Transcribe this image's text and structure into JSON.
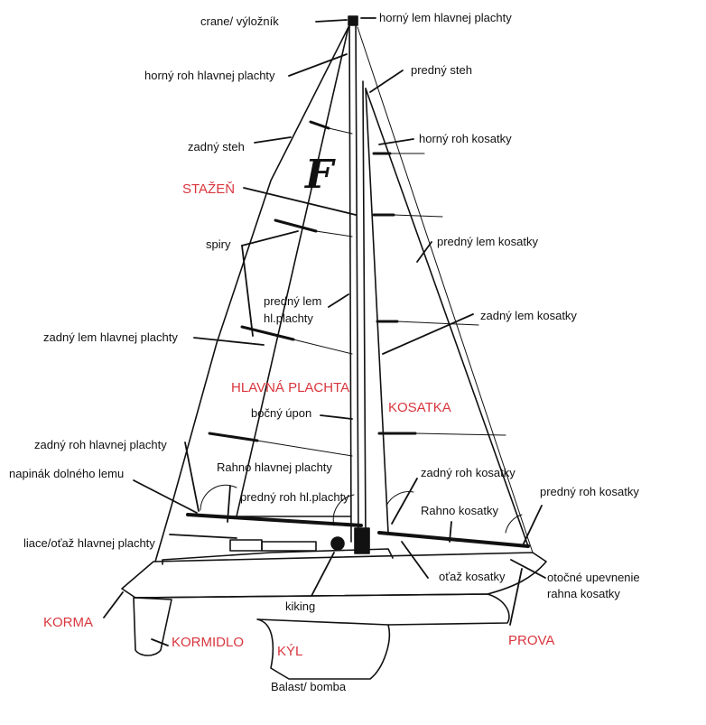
{
  "sail_letter": "F",
  "labels": {
    "crane": "crane/ výložník",
    "horny_lem": "horný lem hlavnej plachty",
    "horny_roh_hlavnej": "horný roh hlavnej plachty",
    "predny_steh": "predný  steh",
    "zadny_steh": "zadný steh",
    "horny_roh_kosatky": "horný roh kosatky",
    "stazen": "STAŽEŇ",
    "spiry": "spiry",
    "predny_lem_kosatky": "predný lem kosatky",
    "predny_lem_hl_1": "predný lem",
    "predny_lem_hl_2": "hl.plachty",
    "zadny_lem_kosatky": "zadný lem kosatky",
    "zadny_lem_hlavnej": "zadný lem hlavnej plachty",
    "hlavna_plachta": "HLAVNÁ PLACHTA",
    "bocny_upon": "bočný úpon",
    "kosatka": "KOSATKA",
    "zadny_roh_hlavnej": "zadný roh hlavnej plachty",
    "rahno_hlavnej": "Rahno hlavnej plachty",
    "napinak": "napinák dolného lemu",
    "zadny_roh_kosatky": "zadný roh kosatky",
    "predny_roh_hl": "predný roh hl.plachty",
    "predny_roh_kosatky": "predný roh kosatky",
    "rahno_kosatky": "Rahno kosatky",
    "liace": "liace/oťaž hlavnej plachty",
    "otaz_kosatky": "oťaž kosatky",
    "otocne_1": "otočné upevnenie",
    "otocne_2": "rahna kosatky",
    "kiking": "kiking",
    "korma": "KORMA",
    "kormidlo": "KORMIDLO",
    "kyl": "KÝL",
    "prova": "PROVA",
    "balast": "Balast/ bomba"
  },
  "colors": {
    "ink": "#111111",
    "accent": "#d9363e"
  }
}
